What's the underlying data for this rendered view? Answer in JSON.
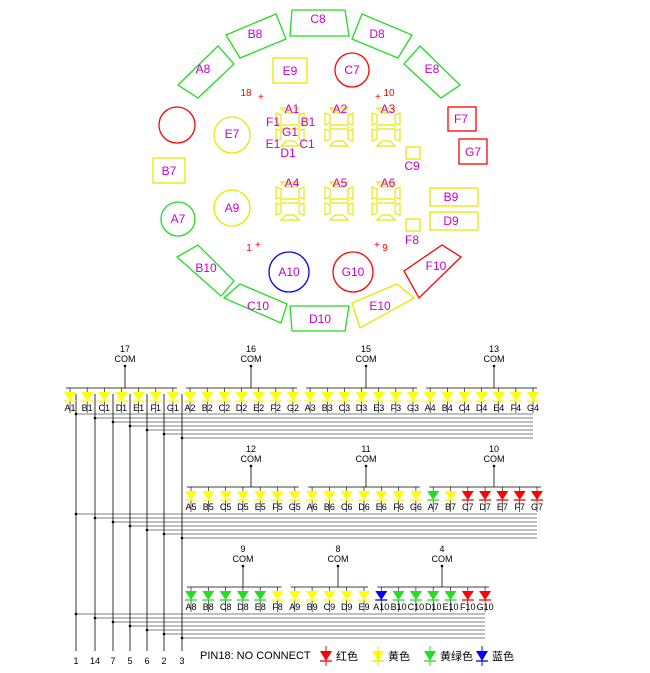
{
  "top_labels": {
    "segments": {
      "C8": "C8",
      "B8": "B8",
      "D8": "D8",
      "A8": "A8",
      "E8": "E8",
      "E9": "E9",
      "C7": "C7",
      "F7": "F7",
      "G7": "G7",
      "E7": "E7",
      "B7": "B7",
      "C9": "C9",
      "B9": "B9",
      "D9": "D9",
      "A9": "A9",
      "A7": "A7",
      "F8": "F8",
      "B10": "B10",
      "A10": "A10",
      "G10": "G10",
      "F10": "F10",
      "C10": "C10",
      "D10": "D10",
      "E10": "E10"
    },
    "digit1": {
      "A1": "A1",
      "B1": "B1",
      "C1": "C1",
      "D1": "D1",
      "E1": "E1",
      "F1": "F1",
      "G1": "G1"
    },
    "digit2": {
      "A2": "A2"
    },
    "digit3": {
      "A3": "A3"
    },
    "digit4": {
      "A4": "A4"
    },
    "digit5": {
      "A5": "A5"
    },
    "digit6": {
      "A6": "A6"
    },
    "pins": {
      "p18": "18",
      "p10": "10",
      "p1": "1",
      "p9": "9"
    }
  },
  "schematic": {
    "row1": {
      "coms": [
        {
          "num": "17",
          "label": "COM"
        },
        {
          "num": "16",
          "label": "COM"
        },
        {
          "num": "15",
          "label": "COM"
        },
        {
          "num": "13",
          "label": "COM"
        }
      ],
      "labels": [
        "A1",
        "B1",
        "C1",
        "D1",
        "E1",
        "F1",
        "G1",
        "A2",
        "B2",
        "C2",
        "D2",
        "E2",
        "F2",
        "G2",
        "A3",
        "B3",
        "C3",
        "D3",
        "E3",
        "F3",
        "G3",
        "A4",
        "B4",
        "C4",
        "D4",
        "E4",
        "F4",
        "G4"
      ]
    },
    "row2": {
      "coms": [
        {
          "num": "12",
          "label": "COM"
        },
        {
          "num": "11",
          "label": "COM"
        },
        {
          "num": "10",
          "label": "COM"
        }
      ],
      "labels": [
        "A5",
        "B5",
        "C5",
        "D5",
        "E5",
        "F5",
        "G5",
        "A6",
        "B6",
        "C6",
        "D6",
        "E6",
        "F6",
        "G6",
        "A7",
        "B7",
        "C7",
        "D7",
        "E7",
        "F7",
        "G7"
      ]
    },
    "row3": {
      "coms": [
        {
          "num": "9",
          "label": "COM"
        },
        {
          "num": "8",
          "label": "COM"
        },
        {
          "num": "4",
          "label": "COM"
        }
      ],
      "labels": [
        "A8",
        "B8",
        "C8",
        "D8",
        "E8",
        "F8",
        "A9",
        "B9",
        "C9",
        "D9",
        "E9",
        "A10",
        "B10",
        "C10",
        "D10",
        "E10",
        "F10",
        "G10"
      ]
    },
    "bottom_pins": [
      "1",
      "14",
      "7",
      "5",
      "6",
      "2",
      "3"
    ]
  },
  "legend": {
    "note": "PIN18: NO CONNECT",
    "red": "红色",
    "yellow": "黄色",
    "yellow_green": "黄绿色",
    "blue": "蓝色"
  },
  "colors": {
    "red": "#ff0000",
    "yellow": "#ffff00",
    "green": "#22dd22",
    "blue": "#0000ff",
    "magenta": "#cc00cc",
    "outline_yellow": "#e8e800"
  }
}
